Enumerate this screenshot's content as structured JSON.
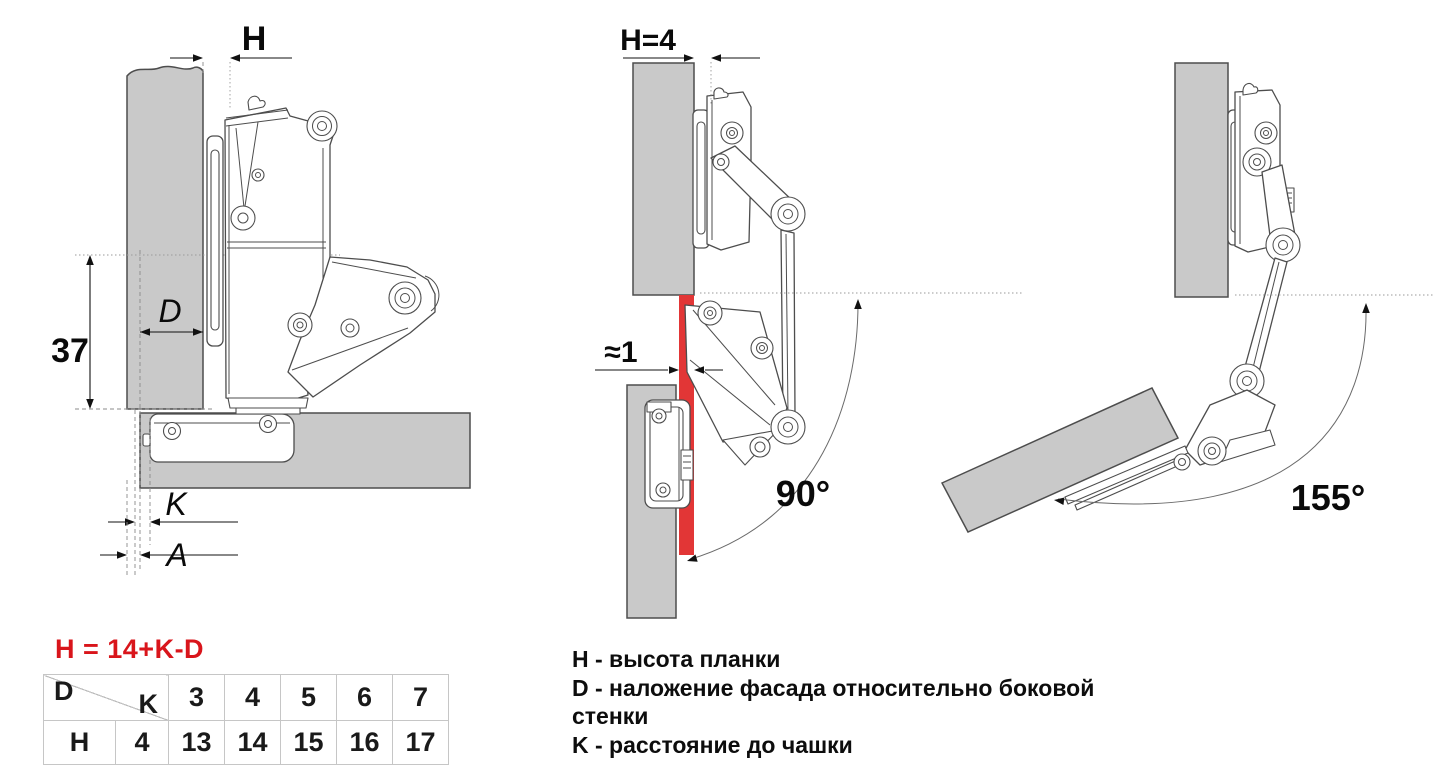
{
  "colors": {
    "panel_gray": "#c9c9c9",
    "door_red": "#e23636",
    "line_dark": "#4d4d4d",
    "dim_black": "#111111",
    "formula_red": "#d9151b",
    "table_border": "#c6c6c6"
  },
  "diagrams": {
    "left": {
      "labels": {
        "h": "H",
        "offset_37": "37",
        "d": "D",
        "k": "K",
        "a": "A"
      }
    },
    "middle": {
      "labels": {
        "h_eq": "H=4",
        "gap": "≈1",
        "angle": "90°"
      }
    },
    "right": {
      "labels": {
        "angle": "155°"
      }
    }
  },
  "formula": {
    "text": "H = 14+K-D"
  },
  "spec_table": {
    "corner_top_label": "D",
    "corner_bottom_label": "K",
    "k_columns": [
      "3",
      "4",
      "5",
      "6",
      "7"
    ],
    "row_label": "H",
    "base_value": "4",
    "h_values": [
      "13",
      "14",
      "15",
      "16",
      "17"
    ]
  },
  "legend": {
    "items": [
      "H - высота планки",
      "D - наложение фасада относительно боковой стенки",
      "K - расстояние до чашки"
    ]
  }
}
